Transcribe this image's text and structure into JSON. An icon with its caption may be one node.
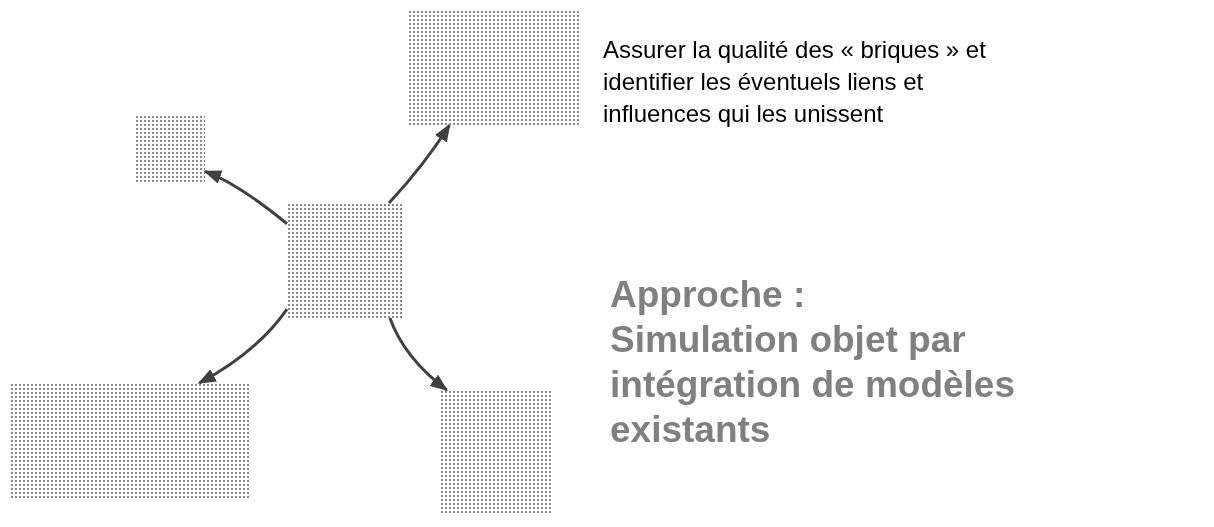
{
  "diagram": {
    "nodes": [
      {
        "text": [],
        "shape": "box"
      },
      {
        "text": [],
        "shape": "box"
      },
      {
        "text": [],
        "shape": "box"
      },
      {
        "text": [],
        "shape": "box"
      },
      {
        "text": [],
        "shape": "box"
      }
    ],
    "edges": [
      {
        "from": 2,
        "to": 0,
        "arrow": "to"
      },
      {
        "from": 2,
        "to": 1,
        "arrow": "to"
      },
      {
        "from": 2,
        "to": 3,
        "arrow": "to"
      },
      {
        "from": 2,
        "to": 4,
        "arrow": "to"
      }
    ],
    "labels": [
      "Assurer la qualité des « briques » et identifier les éventuels liens et influences qui les unissent",
      "Approche :",
      "Simulation objet par intégration de modèles existants"
    ]
  }
}
